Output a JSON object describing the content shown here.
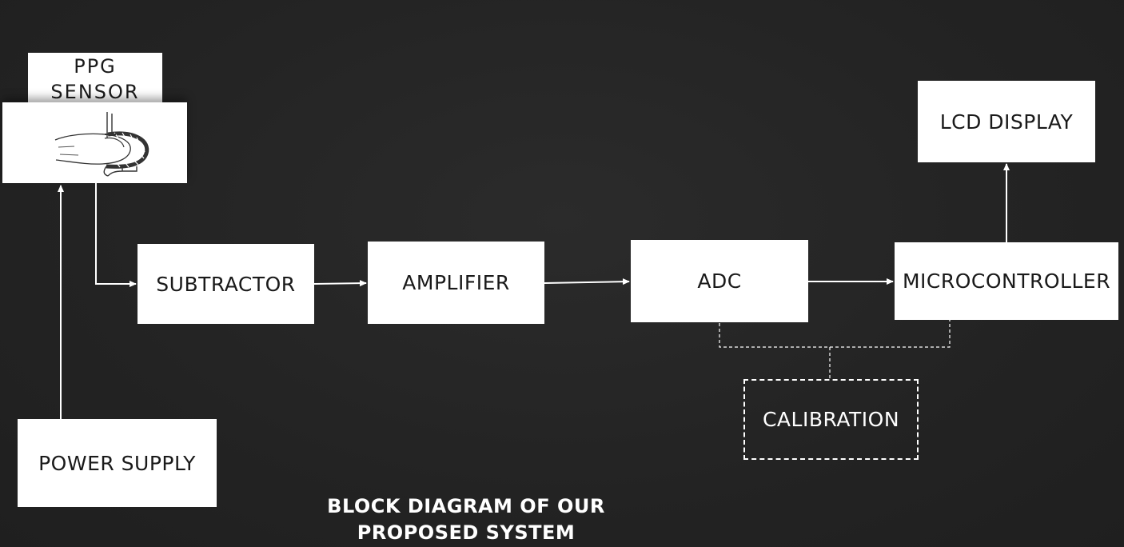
{
  "diagram": {
    "sensor": {
      "label_line1": "PPG",
      "label_line2": "SENSOR"
    },
    "blocks": {
      "subtractor": "SUBTRACTOR",
      "amplifier": "AMPLIFIER",
      "adc": "ADC",
      "microcontroller": "MICROCONTROLLER",
      "lcd_display": "LCD DISPLAY",
      "power_supply": "POWER SUPPLY",
      "calibration": "CALIBRATION"
    },
    "caption_line1": "BLOCK DIAGRAM OF OUR",
    "caption_line2": "PROPOSED SYSTEM"
  },
  "colors": {
    "background": "#242424",
    "block_fill": "#ffffff",
    "connector": "#ffffff"
  }
}
